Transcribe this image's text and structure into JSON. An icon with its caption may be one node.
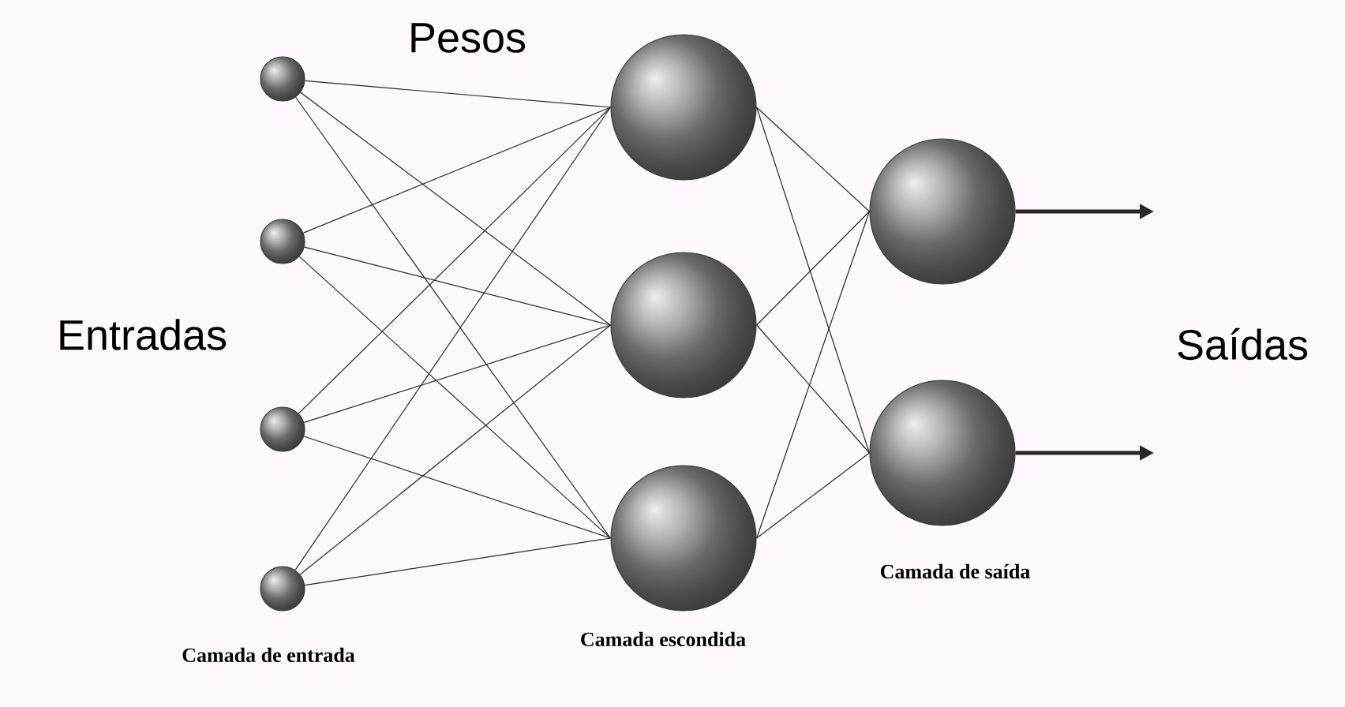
{
  "diagram": {
    "nodes": [
      {
        "text": [],
        "shape": "circle"
      },
      {
        "text": [],
        "shape": "circle"
      },
      {
        "text": [],
        "shape": "circle"
      },
      {
        "text": [],
        "shape": "circle"
      },
      {
        "text": [],
        "shape": "circle"
      },
      {
        "text": [],
        "shape": "circle"
      },
      {
        "text": [],
        "shape": "circle"
      },
      {
        "text": [],
        "shape": "circle"
      },
      {
        "text": [],
        "shape": "circle"
      }
    ],
    "edges": [
      {
        "from": 0,
        "to": 4,
        "arrow": "none"
      },
      {
        "from": 0,
        "to": 5,
        "arrow": "none"
      },
      {
        "from": 0,
        "to": 6,
        "arrow": "none"
      },
      {
        "from": 1,
        "to": 4,
        "arrow": "none"
      },
      {
        "from": 1,
        "to": 5,
        "arrow": "none"
      },
      {
        "from": 1,
        "to": 6,
        "arrow": "none"
      },
      {
        "from": 2,
        "to": 4,
        "arrow": "none"
      },
      {
        "from": 2,
        "to": 5,
        "arrow": "none"
      },
      {
        "from": 2,
        "to": 6,
        "arrow": "none"
      },
      {
        "from": 3,
        "to": 4,
        "arrow": "none"
      },
      {
        "from": 3,
        "to": 5,
        "arrow": "none"
      },
      {
        "from": 3,
        "to": 6,
        "arrow": "none"
      },
      {
        "from": 4,
        "to": 7,
        "arrow": "none"
      },
      {
        "from": 4,
        "to": 8,
        "arrow": "none"
      },
      {
        "from": 5,
        "to": 7,
        "arrow": "none"
      },
      {
        "from": 5,
        "to": 8,
        "arrow": "none"
      },
      {
        "from": 6,
        "to": 7,
        "arrow": "none"
      },
      {
        "from": 6,
        "to": 8,
        "arrow": "none"
      },
      {
        "from": 7,
        "to": null,
        "arrow": "to",
        "style": "thick"
      },
      {
        "from": 8,
        "to": null,
        "arrow": "to",
        "style": "thick"
      }
    ],
    "labels": [
      "Pesos",
      "Entradas",
      "Saídas",
      "Camada de saída",
      "Camada escondida",
      "Camada de entrada"
    ]
  }
}
